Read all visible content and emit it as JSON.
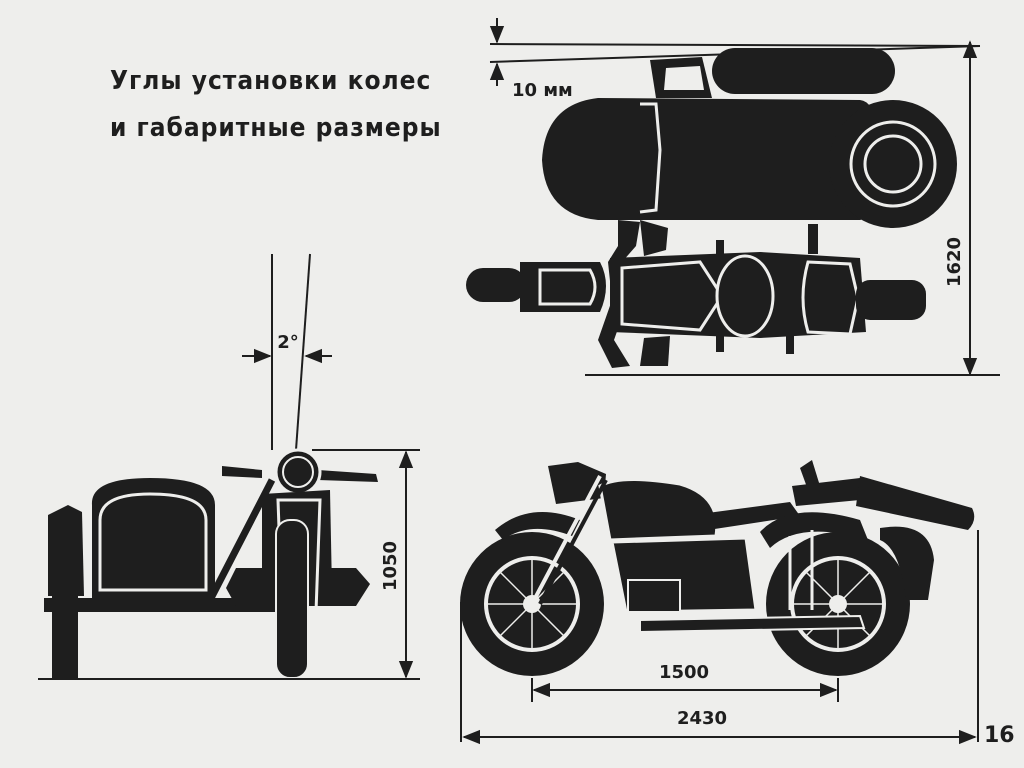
{
  "title": {
    "line1": "Углы установки колес",
    "line2": "и габаритные размеры"
  },
  "dimensions": {
    "gap": "10 мм",
    "camber": "2°",
    "height": "1050",
    "width": "1620",
    "wheelbase": "1500",
    "length": "2430"
  },
  "page_number": "16",
  "colors": {
    "background": "#eeeeec",
    "ink": "#1e1e1e",
    "outline": "#eeeeec"
  }
}
